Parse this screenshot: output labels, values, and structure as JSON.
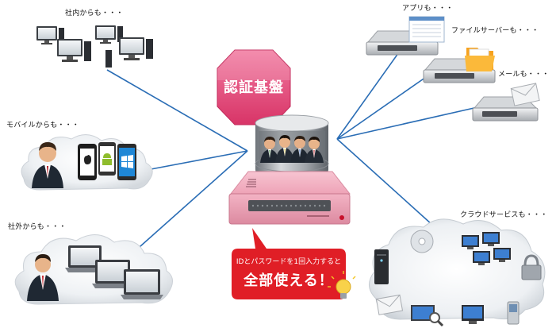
{
  "labels": {
    "in_house": "社内からも・・・",
    "mobile": "モバイルからも・・・",
    "outside": "社外からも・・・",
    "apps": "アプリも・・・",
    "file_server": "ファイルサーバーも・・・",
    "mail": "メールも・・・",
    "cloud": "クラウドサービスも・・・"
  },
  "center": {
    "badge": "認証基盤",
    "callout_line1": "IDとパスワードを1回入力すると",
    "callout_line2": "全部使える！"
  },
  "colors": {
    "link_line": "#2a6db5",
    "badge": "#e1487c",
    "callout": "#e01e26",
    "server_body": "#f2a6b9"
  },
  "icons": {
    "in_house": "desktop-pc-icon",
    "mobile": "smartphone-icon",
    "outside": "laptop-icon",
    "apps": "app-server-icon",
    "file_server": "file-server-icon",
    "mail": "mail-server-icon",
    "cloud": "cloud-services-icon",
    "hint": "light-bulb-icon"
  }
}
